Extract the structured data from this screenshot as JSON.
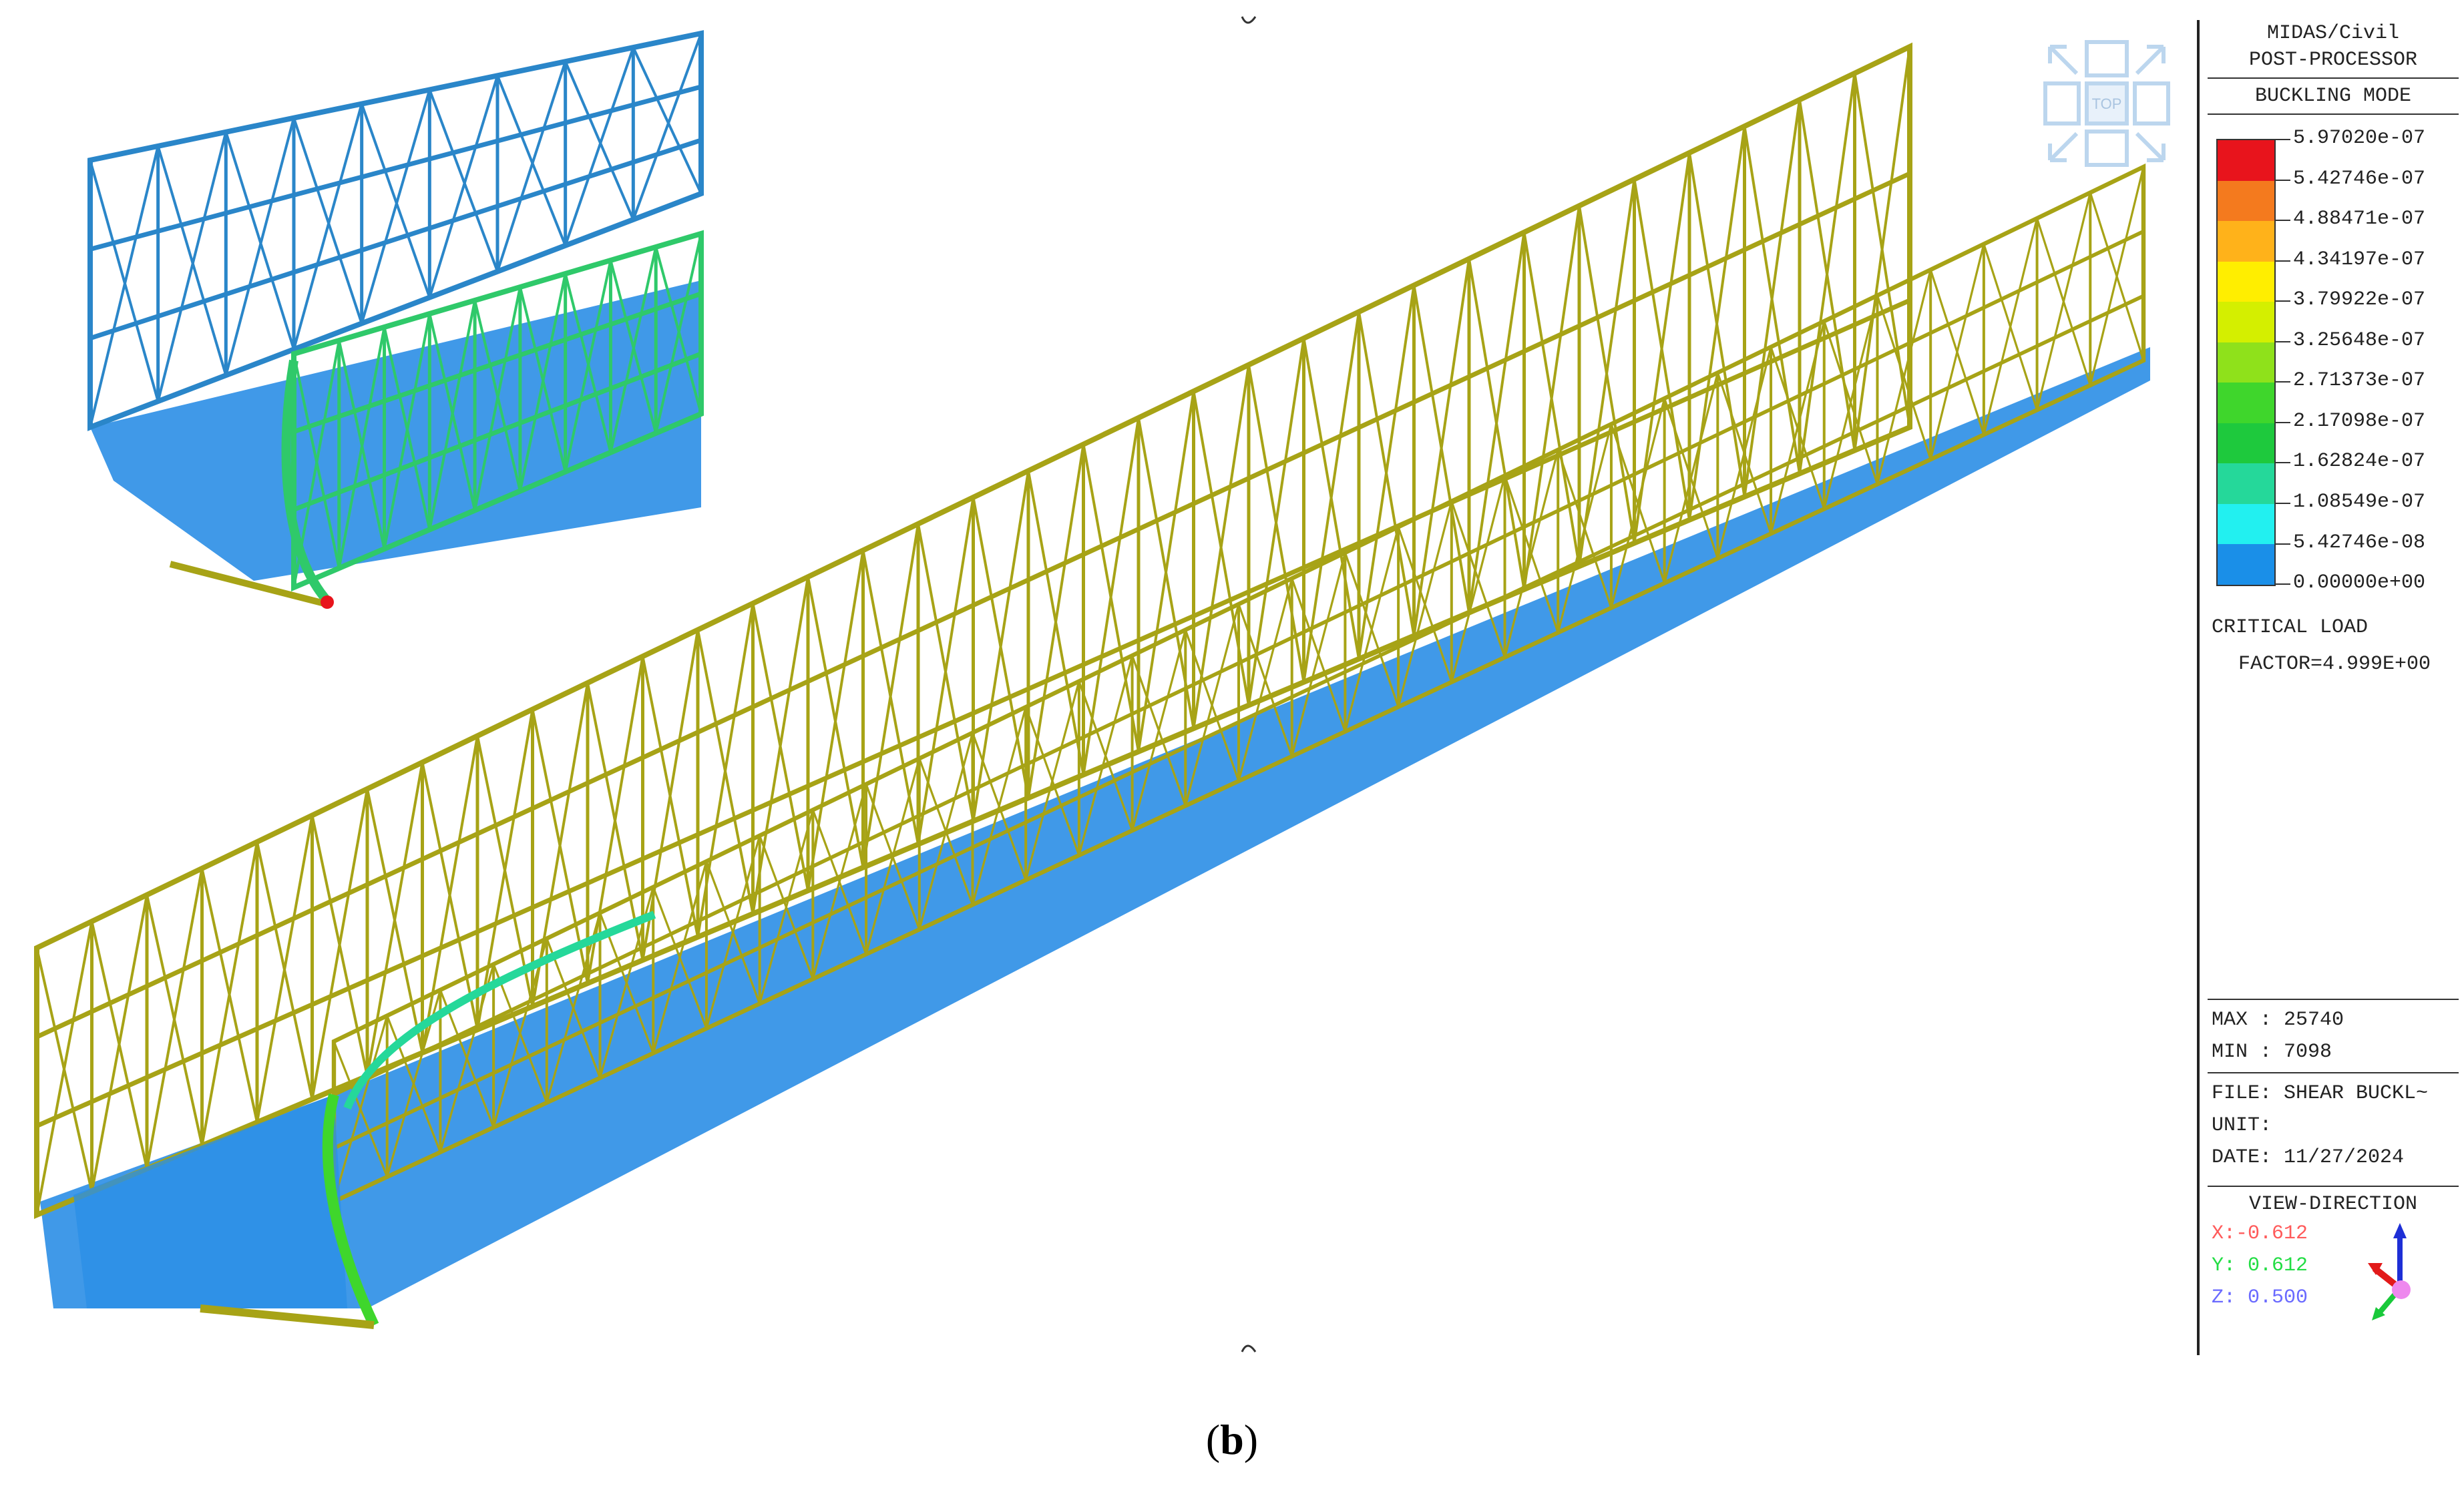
{
  "legend": {
    "app_title_line1": "MIDAS/Civil",
    "app_title_line2": "POST-PROCESSOR",
    "result_type": "BUCKLING MODE",
    "scale": [
      {
        "label": "5.97020e-07",
        "color": "#e8141c"
      },
      {
        "label": "5.42746e-07",
        "color": "#f47a1e"
      },
      {
        "label": "4.88471e-07",
        "color": "#ffb21a"
      },
      {
        "label": "4.34197e-07",
        "color": "#ffee00"
      },
      {
        "label": "3.79922e-07",
        "color": "#d4ef00"
      },
      {
        "label": "3.25648e-07",
        "color": "#8fe11b"
      },
      {
        "label": "2.71373e-07",
        "color": "#3fd62c"
      },
      {
        "label": "2.17098e-07",
        "color": "#1ec93d"
      },
      {
        "label": "1.62824e-07",
        "color": "#25d89a"
      },
      {
        "label": "1.08549e-07",
        "color": "#22f0f0"
      },
      {
        "label": "5.42746e-08",
        "color": "#1a8fe8"
      }
    ],
    "scale_min_label": "0.00000e+00",
    "critical_load_title": "CRITICAL LOAD",
    "critical_load_value": "FACTOR=4.999E+00",
    "max": "MAX : 25740",
    "min": "MIN : 7098",
    "file": "FILE: SHEAR BUCKL~",
    "unit": "UNIT:",
    "date": "DATE: 11/27/2024",
    "view_direction_title": "VIEW-DIRECTION",
    "x": "X:-0.612",
    "y": "Y: 0.612",
    "z": "Z: 0.500",
    "x_color": "#ff5a5a",
    "y_color": "#22dd44",
    "z_color": "#6a6aff"
  },
  "nav_cube": {
    "top_label": "TOP"
  },
  "caption": {
    "open": "(",
    "letter": "b",
    "close": ")"
  },
  "colors": {
    "truss_olive": "#a7a316",
    "truss_blue": "#2a86c9",
    "deck_blue": "#2b8ee6"
  }
}
